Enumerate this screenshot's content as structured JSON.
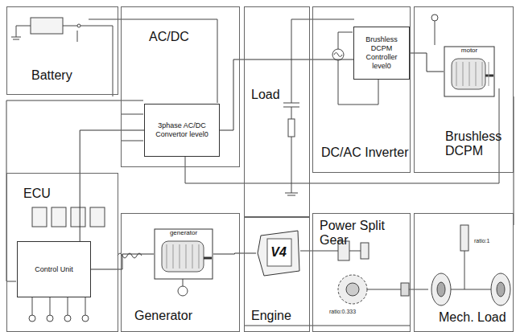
{
  "diagram": {
    "nodes": [
      {
        "text": [
          "Battery"
        ]
      },
      {
        "text": [
          "AC/DC"
        ]
      },
      {
        "text": [
          "3phase AC/DC Convertor level0"
        ],
        "in": 1
      },
      {
        "text": [
          "Load"
        ]
      },
      {
        "text": [
          "DC/AC Inverter"
        ]
      },
      {
        "text": [
          "Brushless DCPM Controller level0"
        ],
        "in": 4
      },
      {
        "text": [
          "Brushless DCPM"
        ]
      },
      {
        "text": [
          "motor"
        ],
        "in": 6
      },
      {
        "text": [
          "ECU"
        ]
      },
      {
        "text": [
          "Control Unit"
        ],
        "in": 8
      },
      {
        "text": [
          "Generator"
        ]
      },
      {
        "text": [
          "generator"
        ],
        "in": 10
      },
      {
        "text": [
          "Engine"
        ]
      },
      {
        "text": [
          "V4"
        ],
        "in": 12
      },
      {
        "text": [
          "Power Split Gear"
        ]
      },
      {
        "text": [
          "Mech. Load"
        ]
      }
    ],
    "edges": [
      {
        "from": 9,
        "to": 2,
        "arrow": "none"
      },
      {
        "from": 2,
        "to": 5,
        "arrow": "none"
      },
      {
        "from": 5,
        "to": 7,
        "arrow": "none"
      },
      {
        "from": 9,
        "to": 11,
        "arrow": "none"
      },
      {
        "from": 11,
        "to": 13,
        "arrow": "none"
      }
    ],
    "labels": [
      "ratio:0.333",
      "ratio:1"
    ]
  }
}
